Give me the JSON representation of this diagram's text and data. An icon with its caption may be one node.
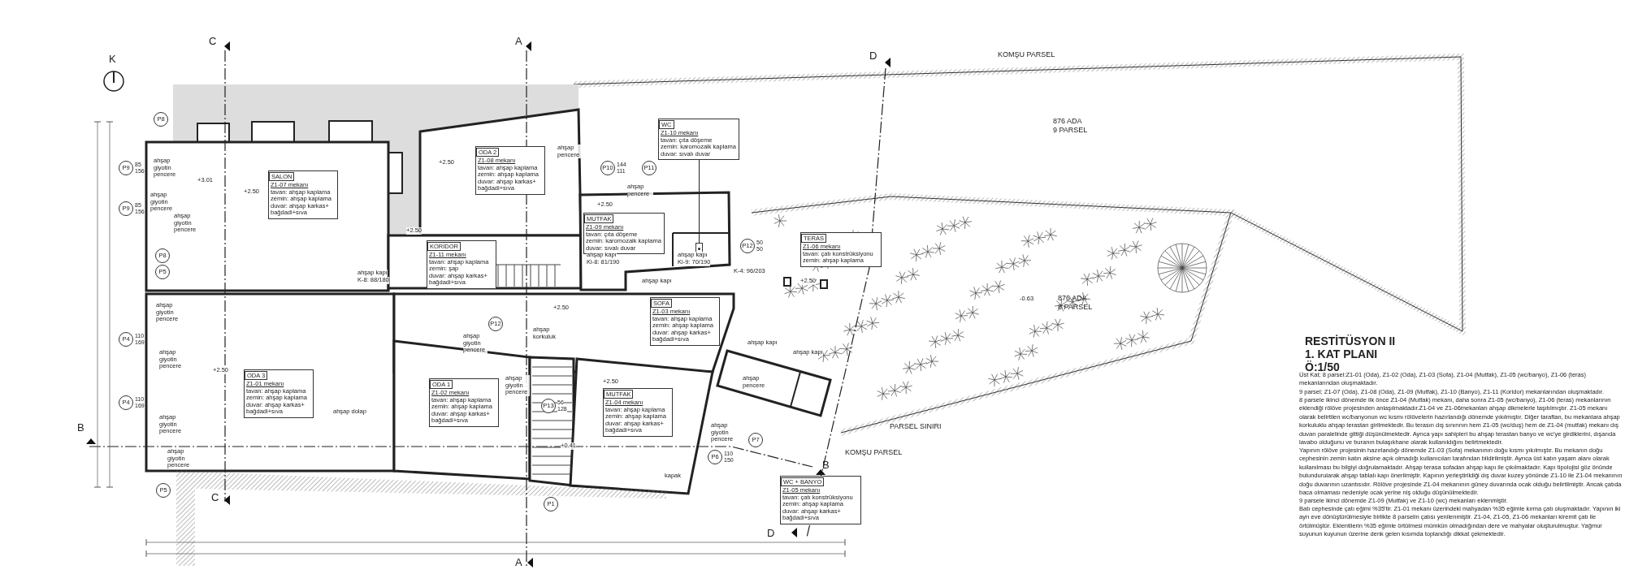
{
  "diagram": {
    "title": "RESTİTÜSYON II",
    "nodes": [
      {
        "text": [
          "SALON",
          "Z1-07 mekanı",
          "tavan: ahşap kaplama",
          "zemin: ahşap kaplama",
          "duvar: ahşap karkas+ bağdadi+sıva"
        ]
      },
      {
        "text": [
          "ODA 2",
          "Z1-08 mekanı",
          "tavan: ahşap kaplama",
          "zemin: ahşap kaplama",
          "duvar: ahşap karkas+ bağdadi+sıva"
        ]
      },
      {
        "text": [
          "WC",
          "Z1-10 mekanı",
          "tavan: çıta döşeme",
          "zemin: karomozaik kaplama",
          "duvar: sıvalı duvar"
        ]
      },
      {
        "text": [],
        "shape": "box"
      },
      {
        "text": [
          "KORİDOR",
          "Z1-11 mekanı",
          "tavan: ahşap kaplama",
          "zemin: şap",
          "duvar: ahşap karkas+ bağdadi+sıva"
        ]
      },
      {
        "text": [
          "MUTFAK",
          "Z1-09 mekanı",
          "tavan: çıta döşeme",
          "zemin: karomozaik kaplama",
          "duvar: sıvalı duvar"
        ]
      },
      {
        "text": [
          "TERAS",
          "Z1-06 mekanı",
          "tavan: çatı konstrüksiyonu",
          "zemin: ahşap kaplama"
        ]
      },
      {
        "text": [
          "SOFA",
          "Z1-03 mekanı",
          "tavan: ahşap kaplama",
          "zemin: ahşap kaplama",
          "duvar: ahşap karkas+ bağdadi+sıva"
        ]
      },
      {
        "text": [
          "ODA 3",
          "Z1-01 mekanı",
          "tavan: ahşap kaplama",
          "zemin: ahşap kaplama",
          "duvar: ahşap karkas+ bağdadi+sıva"
        ]
      },
      {
        "text": [
          "ODA 1",
          "Z1-02 mekanı",
          "tavan: ahşap kaplama",
          "zemin: ahşap kaplama",
          "duvar: ahşap karkas+ bağdadi+sıva"
        ]
      },
      {
        "text": [
          "MUTFAK",
          "Z1-04 mekanı",
          "tavan: ahşap kaplama",
          "zemin: ahşap kaplama",
          "duvar: ahşap karkas+ bağdadi+sıva"
        ]
      },
      {
        "text": [
          "WC + BANYO",
          "Z1-05 mekanı",
          "tavan: çatı konstrüksiyonu",
          "zemin: ahşap kaplama",
          "duvar: ahşap karkas+ bağdadi+sıva"
        ]
      },
      {
        "text": [
          "P8"
        ]
      },
      {
        "text": [
          "P9"
        ],
        "beside": [
          "85",
          "156"
        ]
      },
      {
        "text": [
          "P9"
        ],
        "beside": [
          "85",
          "156"
        ]
      },
      {
        "text": [
          "P8"
        ]
      },
      {
        "text": [
          "P5"
        ]
      },
      {
        "text": [
          "P10"
        ],
        "beside": [
          "144",
          "111"
        ]
      },
      {
        "text": [
          "P11"
        ]
      },
      {
        "text": [
          "P12"
        ],
        "beside": [
          "50",
          "50"
        ]
      },
      {
        "text": [
          "P4"
        ],
        "beside": [
          "110",
          "169"
        ]
      },
      {
        "text": [
          "P4"
        ],
        "beside": [
          "110",
          "169"
        ]
      },
      {
        "text": [
          "P12"
        ]
      },
      {
        "text": [
          "P13"
        ],
        "beside": [
          "56",
          "128"
        ]
      },
      {
        "text": [
          "P7"
        ]
      },
      {
        "text": [
          "P6"
        ],
        "beside": [
          "110",
          "150"
        ]
      },
      {
        "text": [
          "P5"
        ]
      },
      {
        "text": [
          "P1"
        ]
      }
    ],
    "edges": [
      {
        "from": 2,
        "to": 3,
        "arrow": "none"
      }
    ],
    "labels": [
      "K",
      "C",
      "A",
      "D",
      "KOMŞU PARSEL",
      "876 ADA",
      "9 PARSEL",
      "+3.01",
      "+2.50",
      "ahşap giyotin pencere",
      "ahşap giyotin pencere",
      "ahşap giyotin pencere",
      "+2.50",
      "ahşap pencere",
      "+2.50",
      "ahşap kapı",
      "K-8: 88/180",
      "+2.50",
      "ahşap pencere",
      "ahşap kapı",
      "Ki-8: 81/190",
      "ahşap kapı",
      "Ki-9: 70/190",
      "K-4: 96/203",
      "ahşap kapı",
      "+2.50",
      "876 ADA",
      "8 PARSEL",
      "-0.63",
      "1. KAT PLANI",
      "Ö:1/50",
      "ahşap giyotin pencere",
      "+2.50",
      "ahşap giyotin pencere",
      "ahşap korkuluk",
      "ahşap giyotin pencere",
      "+2.50",
      "ahşap giyotin pencere",
      "ahşap giyotin pencere",
      "+2.50",
      "ahşap dolap",
      "ahşap kapı",
      "ahşap kapı",
      "ahşap pencere",
      "ahşap giyotin pencere",
      "B",
      "ahşap giyotin pencere",
      "+0.41",
      "kapak",
      "B",
      "PARSEL SINIRI",
      "KOMŞU PARSEL",
      "C",
      "D",
      "A",
      "Üst Kat; 8 parsel:Z1-01 (Oda), Z1-02 (Oda), Z1-03 (Sofa), Z1-04 (Mutfak), Z1-05 (wc/banyo), Z1-06 (teras) mekanlarından oluşmaktadır.",
      "9 parsel; Z1-07 (Oda), Z1-08 (Oda), Z1-09 (Mutfak), Z1-10 (Banyo), Z1-11 (Koridor) mekanlarından oluşmaktadır.",
      "8 parsele ikinci dönemde ilk önce Z1-04 (Mutfak) mekanı, daha sonra Z1-05 (wc/banyo), Z1-06 (teras) mekanlarının eklendiği rölöve projesinden anlaşılmaktadır.Z1-04 ve Z1-06mekanları ahşap dikmelerle taşıtılmıştır. Z1-05 mekanı olarak belirtilen wc/banyonun wc kısmı rölövelerin hazırlandığı dönemde yıkılmıştır. Diğer taraftan, bu mekanlara ahşap korkuluklu ahşap terastan girilmektedir. Bu terasın dış sınırının hem Z1-05 (wc/duş) hem de Z1-04 (mutfak) mekanı dış duvarı paralelinde gittiği düşünülmektedir. Ayrıca yapı sahipleri bu ahşap terastan banyo ve wc'ye girdiklerini, dışarıda lavabo olduğunu ve buranın bulaşıkhane olarak kullanıldığını belirtmektedir.",
      "Yapının rölöve projesinin hazırlandığı dönemde Z1-03 (Sofa) mekanının doğu kısmı yıkılmıştır. Bu mekanın doğu cephesinin zemin katın aksine açık olmadığı kullanıcıları tarafından bildirilmiştir. Ayrıca üst katın yaşam alanı olarak kullanılması bu bilgiyi doğrulamaktadır. Ahşap terasa sofadan ahşap kapı ile çıkılmaktadır. Kapı tipolojisi göz önünde bulundurularak ahşap tablalı kapı önerilmiştir. Kapının yerleştirildiği dış duvar kuzey yönünde Z1-10 ile Z1-04 mekanının doğu duvarının uzantısıdır. Rölöve projesinde Z1-04 mekanının güney duvarında ocak olduğu belirtilmiştir. Ancak çatıda baca olmaması nedeniyle ocak yerine niş olduğu düşünülmektedir.",
      "9 parsele ikinci dönemde Z1-09 (Mutfak) ve Z1-10 (wc) mekanları eklenmiştir.",
      "Batı cephesinde çatı eğimi %35'tir. Z1-01 mekanı üzerindeki mahyadan %35 eğimle kırma çatı oluşmaktadır. Yapının iki ayrı eve dönüştürülmesiyle birlikte 8 parselin çatısı yenilenmiştir. Z1-04, Z1-05, Z1-06 mekanları kiremit çatı ile örtülmüştür. Eklentilerin %35 eğimle örtülmesi mümkün olmadığından dere ve mahyalar oluşturulmuştur. Yağmur suyunun kuyunun üzerine denk gelen kısımda toplandığı dikkat çekmektedir."
    ]
  }
}
